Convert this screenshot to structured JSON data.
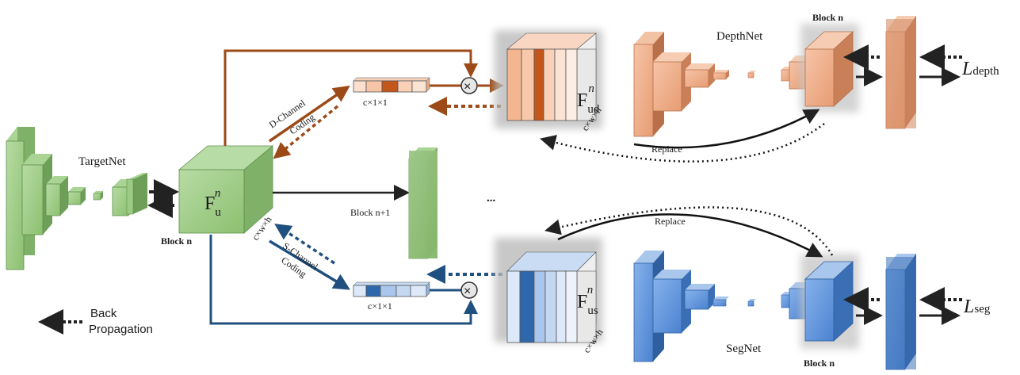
{
  "labels": {
    "targetnet": "TargetNet",
    "depthnet": "DepthNet",
    "segnet": "SegNet",
    "block_n": "Block n",
    "block_n_plus_1": "Block n+1",
    "fu_main": "F",
    "fu_sub": "u",
    "fu_sup": "n",
    "fud_main": "F",
    "fud_sub": "ud",
    "fud_sup": "n",
    "fus_main": "F",
    "fus_sub": "us",
    "fus_sup": "n",
    "dim_cwh": "c×w×h",
    "dim_c11": "c×1×1",
    "d_channel": "D-Channel",
    "s_channel": "S-Channel",
    "coding": "Coding",
    "replace": "Replace",
    "ellipsis": "...",
    "l_depth_main": "L",
    "l_depth_sub": "depth",
    "l_seg_main": "L",
    "l_seg_sub": "seg",
    "legend_back": "Back",
    "legend_prop": "Propagation",
    "multiply": "×"
  },
  "colors": {
    "green": "#93c47d",
    "orange": "#e8a07a",
    "blue": "#5b8fd6",
    "brown_arrow": "#9c4a17",
    "navy_arrow": "#20507f"
  }
}
